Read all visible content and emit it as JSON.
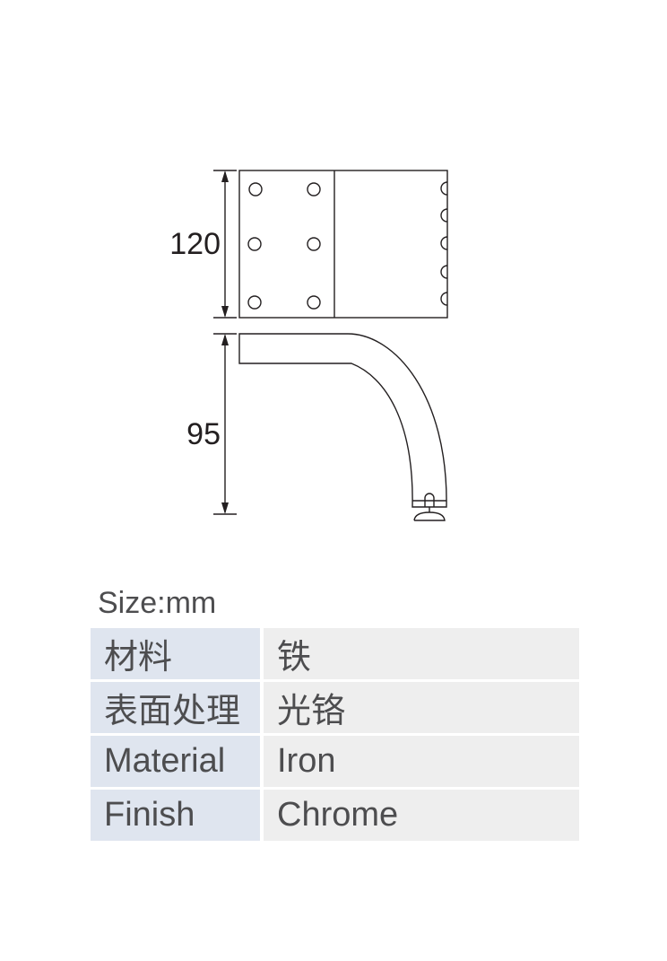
{
  "dimensions": {
    "height_top": "120",
    "height_leg": "95"
  },
  "size_label": "Size:mm",
  "specs": [
    {
      "key": "材料",
      "value": "铁"
    },
    {
      "key": "表面处理",
      "value": "光铬"
    },
    {
      "key": "Material",
      "value": "Iron"
    },
    {
      "key": "Finish",
      "value": "Chrome"
    }
  ],
  "colors": {
    "line": "#231f20",
    "text": "#4d4d4f",
    "key_cell_bg": "#dfe5ef",
    "value_cell_bg": "#eeeeee"
  }
}
